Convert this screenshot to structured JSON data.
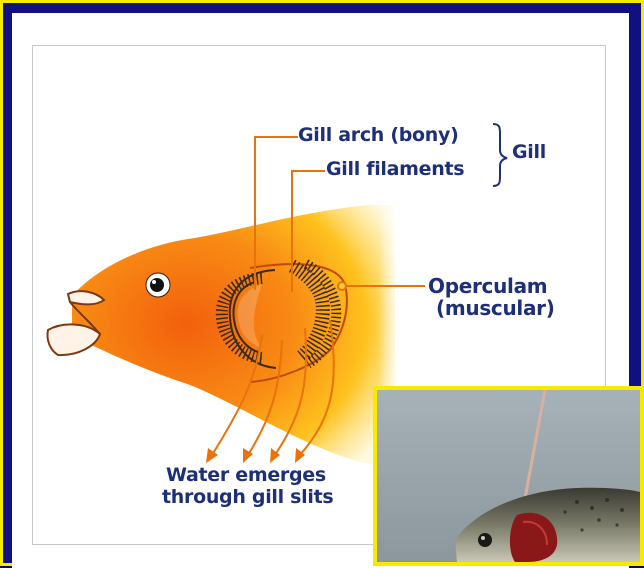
{
  "diagram": {
    "labels": {
      "gill_arch": "Gill arch (bony)",
      "gill_filaments": "Gill filaments",
      "gill": "Gill",
      "operculam_line1": "Operculam",
      "operculam_line2": "(muscular)",
      "water_line1": "Water emerges",
      "water_line2": "through gill slits"
    },
    "colors": {
      "fish_orange": "#f26a10",
      "fish_yellow": "#ffd21a",
      "leader_lines": "#e8720c",
      "label_text": "#1e2f7a",
      "frame_border": "#f5ea00",
      "background": "#0a0a6e"
    }
  },
  "photo": {
    "subject": "dissected-trout-gill-photo"
  }
}
